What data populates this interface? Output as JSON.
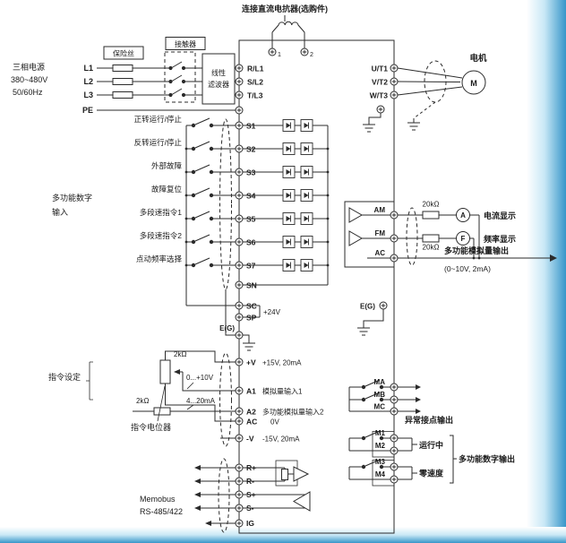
{
  "top": {
    "dc_reactor_label": "连接直流电抗器(选购件)",
    "terminal1": "1",
    "terminal2": "2"
  },
  "power": {
    "source_line1": "三相电源",
    "source_line2": "380~480V",
    "source_line3": "50/60Hz",
    "l1": "L1",
    "l2": "L2",
    "l3": "L3",
    "pe": "PE",
    "fuse_label": "保险丝",
    "contactor_label": "接触器",
    "filter_line1": "线性",
    "filter_line2": "滤波器",
    "input_terminals": [
      "R/L1",
      "S/L2",
      "T/L3"
    ]
  },
  "motor": {
    "label": "电机",
    "symbol": "M",
    "output_terminals": [
      "U/T1",
      "V/T2",
      "W/T3"
    ]
  },
  "digital_inputs": {
    "group_label_line1": "多功能数字",
    "group_label_line2": "输入",
    "items": [
      {
        "label": "正转运行/停止",
        "terminal": "S1"
      },
      {
        "label": "反转运行/停止",
        "terminal": "S2"
      },
      {
        "label": "外部故障",
        "terminal": "S3"
      },
      {
        "label": "故障复位",
        "terminal": "S4"
      },
      {
        "label": "多段速指令1",
        "terminal": "S5"
      },
      {
        "label": "多段速指令2",
        "terminal": "S6"
      },
      {
        "label": "点动频率选择",
        "terminal": "S7"
      }
    ],
    "sn": "SN",
    "sc": "SC",
    "sp": "SP",
    "v24": "+24V",
    "eg": "E(G)"
  },
  "analog_output": {
    "am": "AM",
    "fm": "FM",
    "ac": "AC",
    "r1": "20kΩ",
    "r2": "20kΩ",
    "meter_a": "A",
    "meter_f": "F",
    "current_display": "电流显示",
    "freq_display": "频率显示",
    "desc_line1": "多功能模拟量输出",
    "desc_line2": "(0~10V, 2mA)",
    "eg": "E(G)"
  },
  "command": {
    "group_label": "指令设定",
    "pot_label": "指令电位器",
    "r_pot": "2kΩ",
    "r_a2": "2kΩ",
    "range_a1": "0...+10V",
    "range_a2": "4...20mA",
    "v_plus": "+V",
    "v_plus_desc": "+15V, 20mA",
    "a1": "A1",
    "a1_desc": "模拟量输入1",
    "a2": "A2",
    "a2_desc": "多功能模拟量输入2",
    "ac": "AC",
    "zero_v": "0V",
    "v_minus": "-V",
    "v_minus_desc": "-15V, 20mA"
  },
  "relay": {
    "ma": "MA",
    "mb": "MB",
    "mc": "MC",
    "fault_label": "异常接点输出",
    "m1": "M1",
    "m2": "M2",
    "m3": "M3",
    "m4": "M4",
    "running_label": "运行中",
    "zero_speed_label": "零速度",
    "group_label": "多功能数字输出"
  },
  "comm": {
    "name_line1": "Memobus",
    "name_line2": "RS-485/422",
    "r_plus": "R+",
    "r_minus": "R-",
    "s_plus": "S+",
    "s_minus": "S-",
    "ig": "IG"
  }
}
